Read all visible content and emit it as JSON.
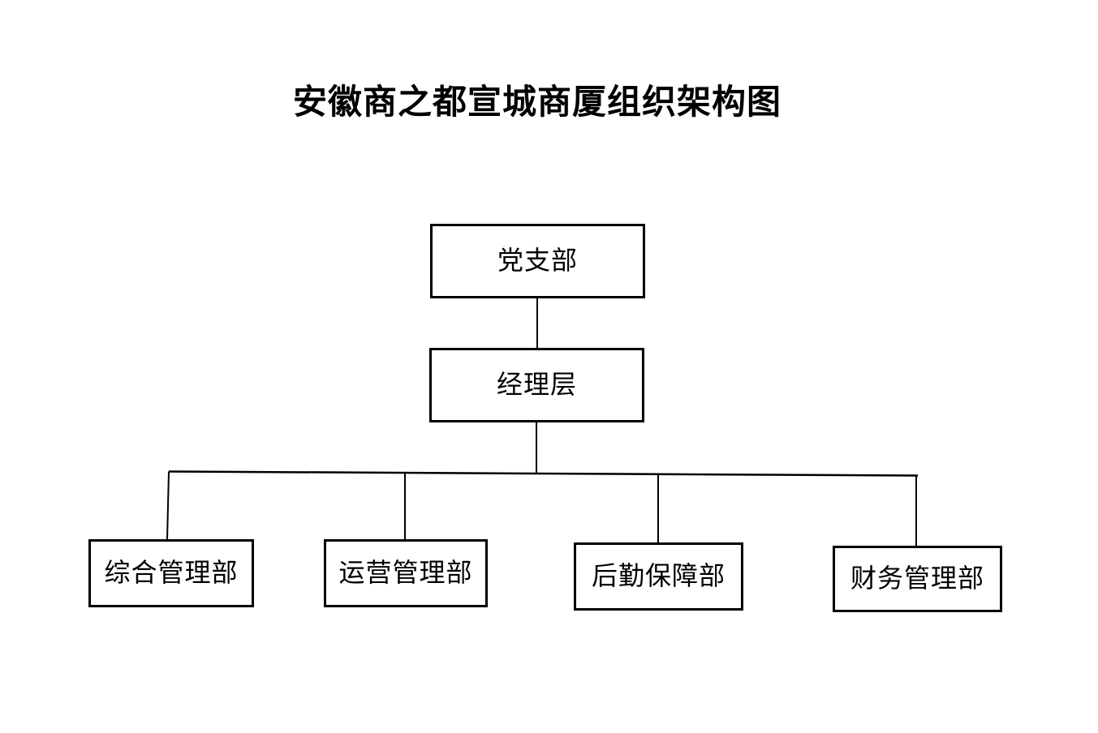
{
  "page": {
    "title": "安徽商之都宣城商厦组织架构图"
  },
  "chart_data": {
    "type": "org-chart",
    "title": "安徽商之都宣城商厦组织架构图",
    "hierarchy": {
      "label": "党支部",
      "children": [
        {
          "label": "经理层",
          "children": [
            {
              "label": "综合管理部"
            },
            {
              "label": "运营管理部"
            },
            {
              "label": "后勤保障部"
            },
            {
              "label": "财务管理部"
            }
          ]
        }
      ]
    },
    "colors": {
      "background": "#ffffff",
      "box_fill": "#ffffff",
      "box_border": "#000000",
      "connector_line": "#000000",
      "text": "#000000"
    }
  }
}
